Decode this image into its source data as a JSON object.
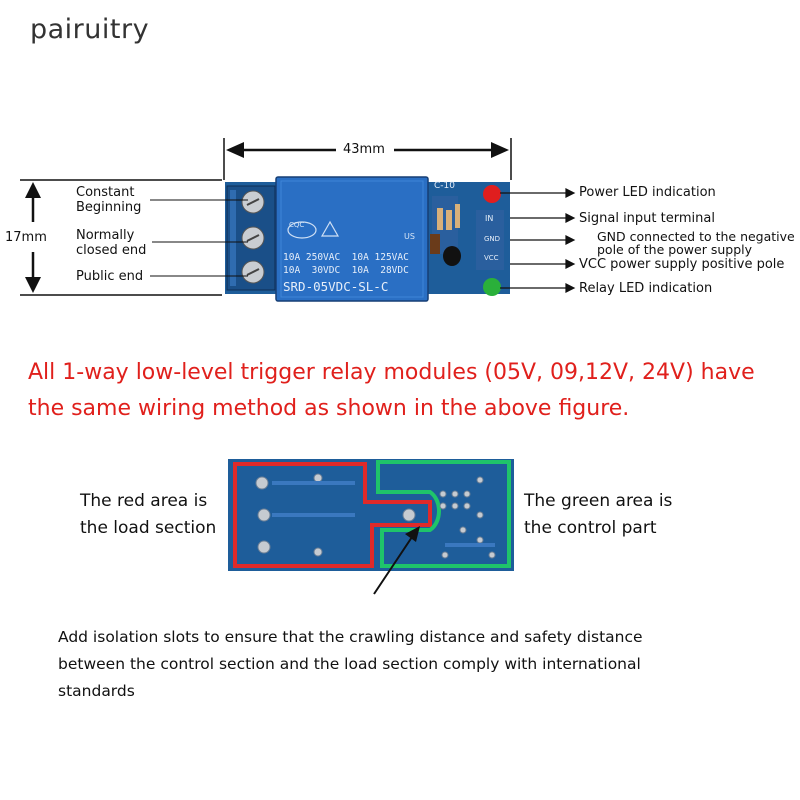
{
  "brand": "pairuitry",
  "diagram": {
    "width_label": "43mm",
    "height_label": "17mm",
    "left_labels": {
      "constant": [
        "Constant",
        "Beginning"
      ],
      "normally_closed": [
        "Normally",
        "closed end"
      ],
      "public": "Public end"
    },
    "right_labels": {
      "power_led": "Power LED indication",
      "signal": "Signal input terminal",
      "gnd": [
        "GND connected to the negative",
        "pole of the power supply"
      ],
      "vcc": "VCC power supply positive pole",
      "relay_led": "Relay LED indication"
    },
    "relay_text": {
      "rating_1": "10A 250VAC  10A 125VAC",
      "rating_2": "10A  30VDC  10A  28VDC",
      "model": "SRD-05VDC-SL-C",
      "us": "US",
      "cqc": "CQC",
      "board": "C-10",
      "pin_in": "IN",
      "pin_gnd": "GND",
      "pin_vcc": "VCC"
    }
  },
  "headline": [
    "All 1-way low-level trigger relay modules (05V, 09,12V, 24V) have",
    "the same wiring method as shown in the above figure."
  ],
  "red_area": [
    "The red area is",
    "the load section"
  ],
  "green_area": [
    "The green area is",
    "the control part"
  ],
  "note": [
    "Add isolation slots to ensure that the crawling distance and safety distance",
    "between the control section and the load section comply with international",
    "standards"
  ],
  "colors": {
    "red_text": "#e0201c",
    "pcb_blue": "#1e5d9a",
    "relay_blue": "#2a6fc4",
    "red_outline": "#e02a2a",
    "green_outline": "#1fc46a"
  }
}
